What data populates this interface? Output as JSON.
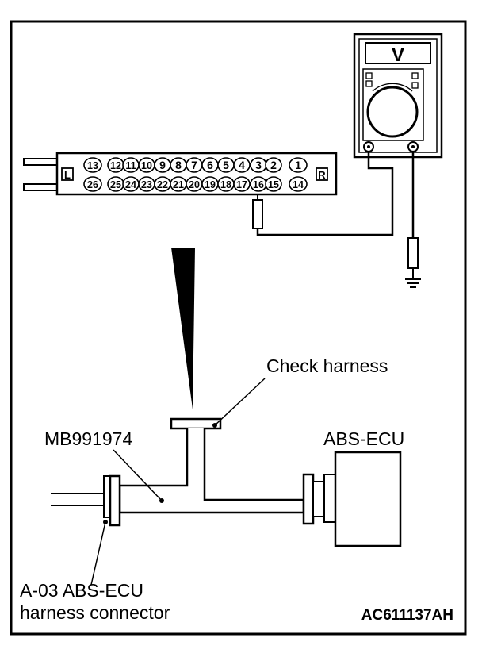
{
  "meter": {
    "mode_symbol": "V"
  },
  "connector": {
    "left_tag": "L",
    "right_tag": "R",
    "top_row": [
      "13",
      "12",
      "11",
      "10",
      "9",
      "8",
      "7",
      "6",
      "5",
      "4",
      "3",
      "2",
      "1"
    ],
    "bottom_row": [
      "26",
      "25",
      "24",
      "23",
      "22",
      "21",
      "20",
      "19",
      "18",
      "17",
      "16",
      "15",
      "14"
    ],
    "probed_pin": "16"
  },
  "labels": {
    "check_harness": "Check harness",
    "tool_number": "MB991974",
    "ecu": "ABS-ECU",
    "harness_connector_line1": "A-03 ABS-ECU",
    "harness_connector_line2": "harness connector",
    "figure_code": "AC611137AH"
  }
}
